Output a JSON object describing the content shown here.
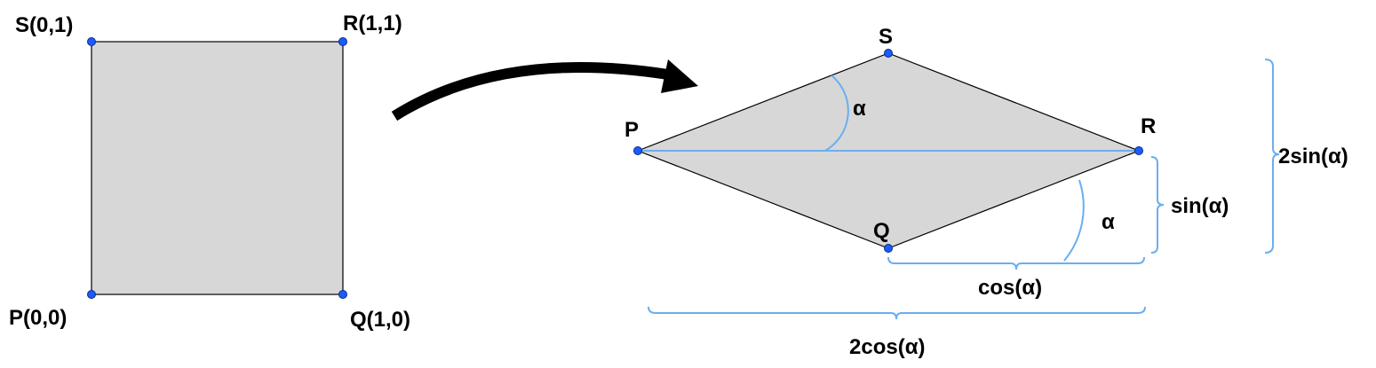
{
  "colors": {
    "fill": "#d7d7d7",
    "edge": "#000000",
    "point": "#1a5cff",
    "accent": "#6aaef0",
    "arrow": "#000000"
  },
  "square": {
    "labels": {
      "s": "S(0,1)",
      "r": "R(1,1)",
      "p": "P(0,0)",
      "q": "Q(1,0)"
    }
  },
  "rhombus": {
    "labels": {
      "s": "S",
      "r": "R",
      "p": "P",
      "q": "Q"
    },
    "angle_upper": "α",
    "angle_lower": "α"
  },
  "dimensions": {
    "sin": "sin(α)",
    "two_sin": "2sin(α)",
    "cos": "cos(α)",
    "two_cos": "2cos(α)"
  }
}
